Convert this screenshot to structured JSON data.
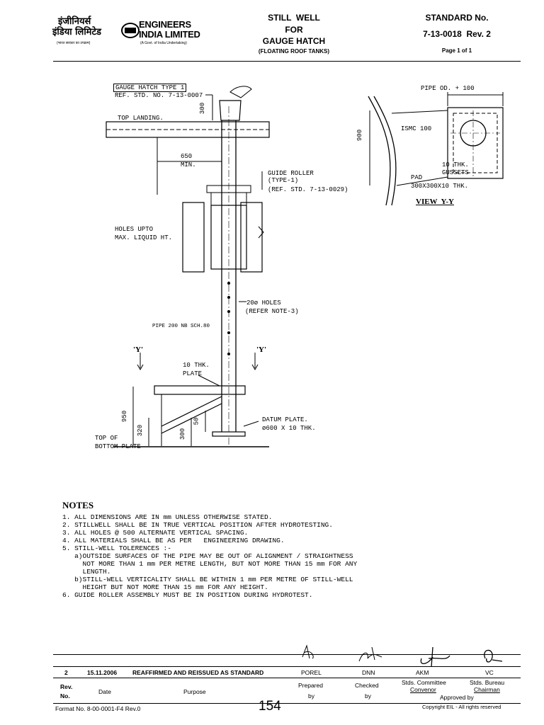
{
  "header": {
    "logo_hindi_line1": "इंजीनियर्स",
    "logo_hindi_line2": "इंडिया लिमिटेड",
    "logo_hindi_small": "(भारत सरकार का उपक्रम)",
    "logo_en_line1": "ENGINEERS",
    "logo_en_line2": "INDIA LIMITED",
    "logo_en_small": "(A Govt. of India Undertaking)",
    "title_line1": "STILL  WELL",
    "title_line2": "FOR",
    "title_line3": "GAUGE HATCH",
    "title_line4": "(FLOATING ROOF TANKS)",
    "standard_label": "STANDARD No.",
    "standard_number": "7-13-0018  Rev. 2",
    "page": "Page 1 of 1"
  },
  "drawing": {
    "labels": {
      "gauge_hatch": "GAUGE HATCH TYPE 1",
      "ref_std_1": "REF. STD. NO. 7-13-0007",
      "dim_300_top": "300",
      "top_landing": "TOP LANDING.",
      "dim_650": "650",
      "min": "MIN.",
      "guide_roller": "GUIDE ROLLER",
      "type_1": "(TYPE-1)",
      "ref_std_2": "(REF. STD. 7-13-0029)",
      "holes_upto": "HOLES UPTO",
      "max_liquid": "MAX. LIQUID HT.",
      "holes_20": "20ø HOLES",
      "refer_note": "(REFER NOTE-3)",
      "pipe_200": "PIPE 200 NB SCH.80",
      "y_left": "'Y'",
      "y_right": "'Y'",
      "plate_10": "10 THK.",
      "plate": "PLATE",
      "dim_950": "950",
      "dim_320": "320",
      "dim_50": "50",
      "dim_300_bottom": "300",
      "datum_plate": "DATUM PLATE.",
      "datum_size": "ø600 X 10 THK.",
      "top_of": "TOP OF",
      "bottom_plate": "BOTTOM PLATE",
      "pipe_od": "PIPE OD. + 100",
      "dim_900": "900",
      "ismc": "ISMC 100",
      "gussets_10": "10 THK.",
      "gussets": "GUSSETS",
      "pad": "PAD",
      "pad_size": "300X300X10 THK.",
      "view_yy": "VIEW  Y-Y"
    }
  },
  "notes": {
    "title": "NOTES",
    "items": [
      "1. ALL DIMENSIONS ARE IN mm UNLESS OTHERWISE STATED.",
      "2. STILLWELL SHALL BE IN TRUE VERTICAL POSITION AFTER HYDROTESTING.",
      "3. ALL HOLES @ 500 ALTERNATE VERTICAL SPACING.",
      "4. ALL MATERIALS SHALL BE AS PER   ENGINEERING DRAWING.",
      "5. STILL-WELL TOLERENCES :-",
      "   a)OUTSIDE SURFACES OF THE PIPE MAY BE OUT OF ALIGNMENT / STRAIGHTNESS",
      "     NOT MORE THAN 1 mm PER METRE LENGTH, BUT NOT MORE THAN 15 mm FOR ANY",
      "     LENGTH.",
      "   b)STILL-WELL VERTICALITY SHALL BE WITHIN 1 mm PER METRE OF STILL-WELL",
      "     HEIGHT BUT NOT MORE THAN 15 mm FOR ANY HEIGHT.",
      "6. GUIDE ROLLER ASSEMBLY MUST BE IN POSITION DURING HYDROTEST."
    ]
  },
  "revision_table": {
    "row": {
      "rev": "2",
      "date": "15.11.2006",
      "purpose": "REAFFIRMED AND REISSUED AS STANDARD",
      "prepared": "POREL",
      "checked": "DNN",
      "convenor": "AKM",
      "chairman": "VC"
    },
    "headers": {
      "rev_line1": "Rev.",
      "rev_line2": "No.",
      "date": "Date",
      "purpose": "Purpose",
      "prepared_line1": "Prepared",
      "prepared_line2": "by",
      "checked_line1": "Checked",
      "checked_line2": "by",
      "convenor_line1": "Stds. Committee",
      "convenor_line2": "Convenor",
      "chairman_line1": "Stds. Bureau",
      "chairman_line2": "Chairman",
      "approved": "Approved by"
    }
  },
  "footer": {
    "format": "Format No. 8-00-0001-F4 Rev.0",
    "page_number": "154",
    "copyright": "Copyright EIL - All rights reserved"
  }
}
